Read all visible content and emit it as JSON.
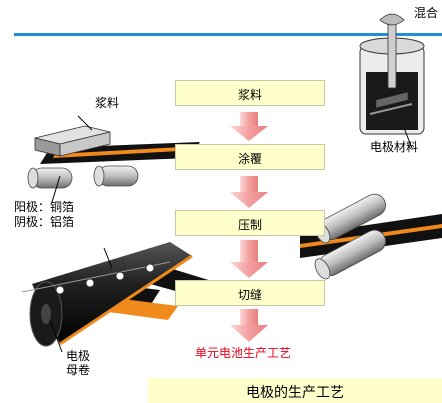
{
  "header": {
    "mix_label": "混合"
  },
  "process": {
    "steps": [
      "浆料",
      "涂覆",
      "压制",
      "切缝"
    ],
    "final": "单元电池生产工艺"
  },
  "labels": {
    "slurry": "浆料",
    "anode": "阳极：铜箔",
    "cathode": "阴极：铝箔",
    "electrode_material": "电极材料",
    "electrode_roll_line1": "电极",
    "electrode_roll_line2": "母卷"
  },
  "caption": "电极的生产工艺",
  "colors": {
    "top_line": "#1f8fd6",
    "step_box": "#ffffcc",
    "arrow": "#f3a9a9",
    "strip": "#111111",
    "stripe": "#f08a1c",
    "final_text": "#e8001c"
  }
}
